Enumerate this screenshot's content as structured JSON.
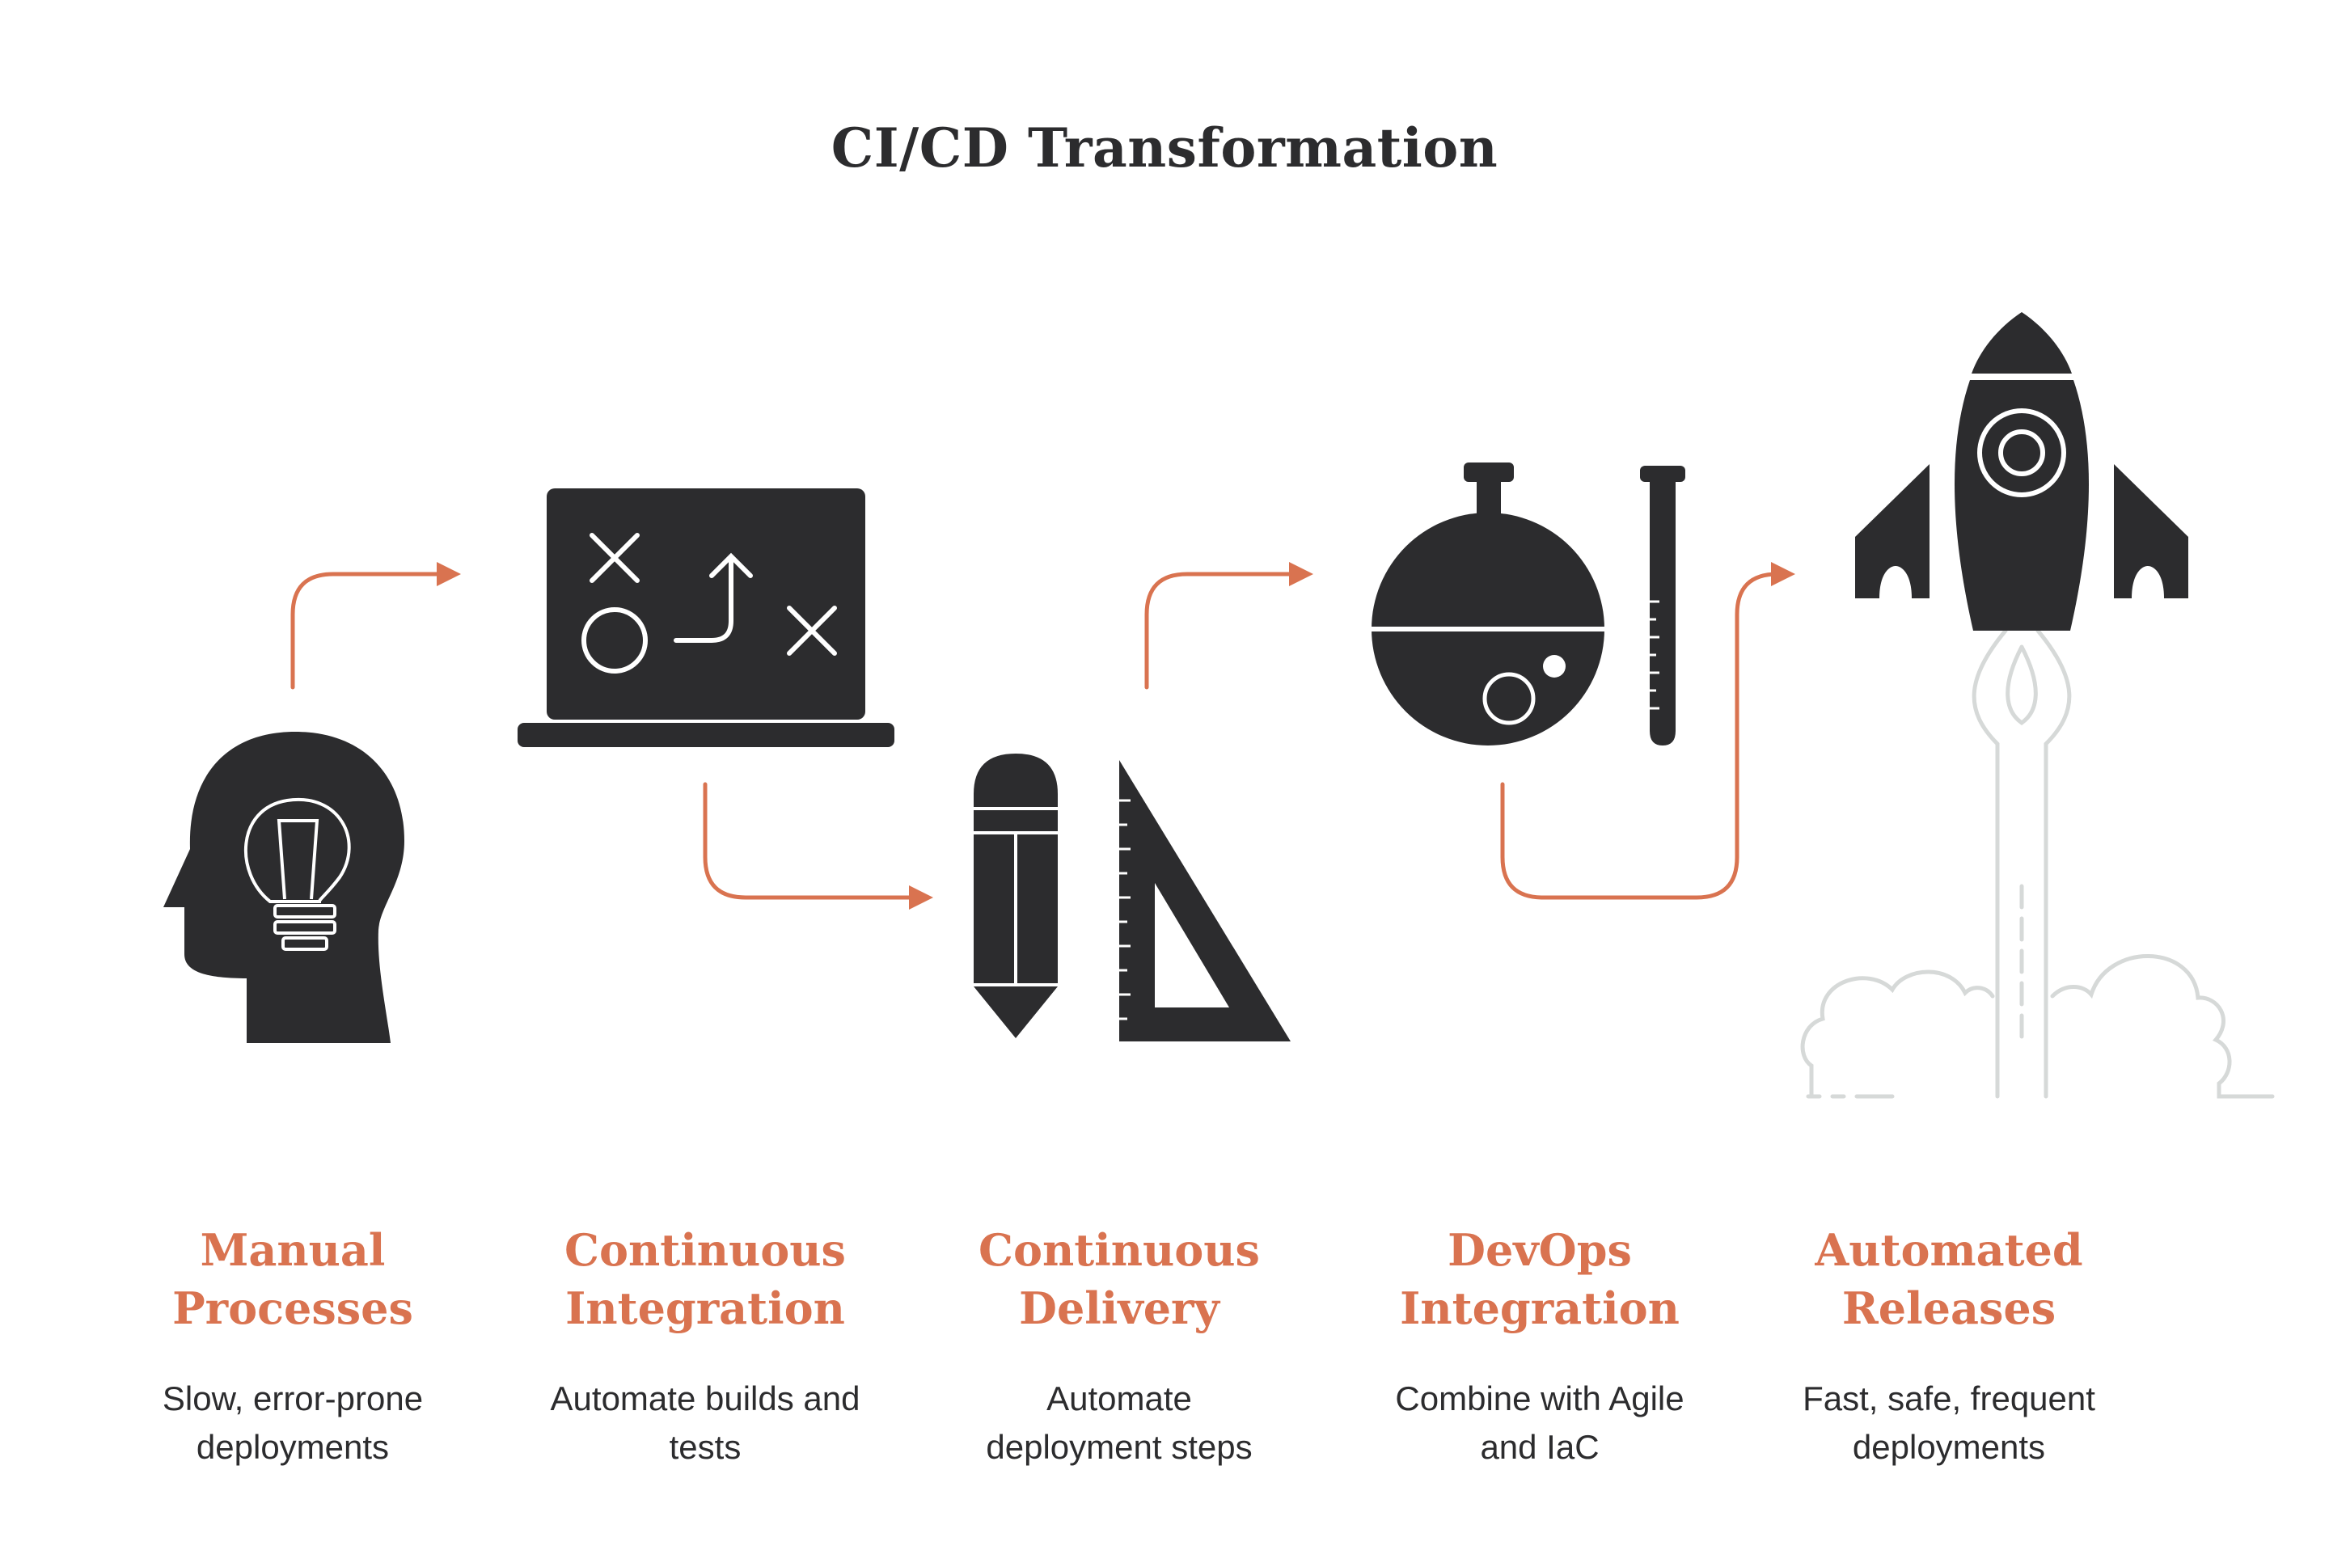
{
  "diagram": {
    "title": "CI/CD Transformation",
    "colors": {
      "accent": "#d97350",
      "icon": "#2c2c2e",
      "smoke": "#d6d9d8",
      "background": "#ffffff"
    },
    "stages": [
      {
        "icon": "head-lightbulb-icon",
        "title_lines": [
          "Manual",
          "Processes"
        ],
        "desc_lines": [
          "Slow, error-prone",
          "deployments"
        ]
      },
      {
        "icon": "strategy-board-icon",
        "title_lines": [
          "Continuous",
          "Integration"
        ],
        "desc_lines": [
          "Automate builds and",
          "tests"
        ]
      },
      {
        "icon": "pencil-ruler-icon",
        "title_lines": [
          "Continuous",
          "Delivery"
        ],
        "desc_lines": [
          "Automate",
          "deployment steps"
        ]
      },
      {
        "icon": "flask-test-tube-icon",
        "title_lines": [
          "DevOps",
          "Integration"
        ],
        "desc_lines": [
          "Combine with Agile",
          "and IaC"
        ]
      },
      {
        "icon": "rocket-launch-icon",
        "title_lines": [
          "Automated",
          "Releases"
        ],
        "desc_lines": [
          "Fast, safe, frequent",
          "deployments"
        ]
      }
    ]
  }
}
